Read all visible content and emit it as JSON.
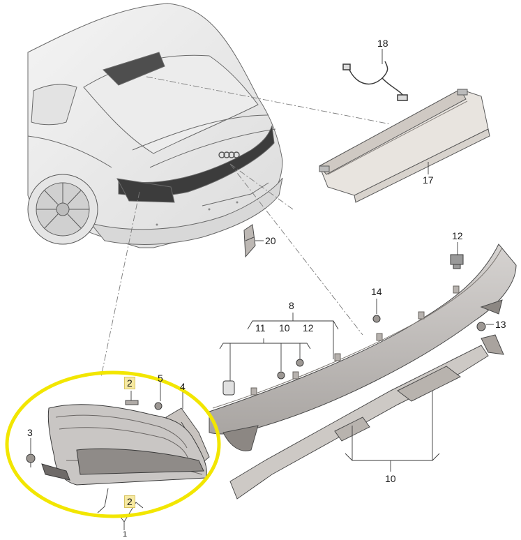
{
  "diagram": {
    "highlight_color": "#f2e600",
    "line_color": "#4a4a4a",
    "part_fill": "#c9c6c4",
    "callouts": [
      {
        "id": "c18",
        "text": "18"
      },
      {
        "id": "c17",
        "text": "17"
      },
      {
        "id": "c20",
        "text": "20"
      },
      {
        "id": "c12a",
        "text": "12"
      },
      {
        "id": "c14",
        "text": "14"
      },
      {
        "id": "c13",
        "text": "13"
      },
      {
        "id": "c8",
        "text": "8"
      },
      {
        "id": "c11",
        "text": "11"
      },
      {
        "id": "c10a",
        "text": "10"
      },
      {
        "id": "c12b",
        "text": "12"
      },
      {
        "id": "c2top",
        "text": "2"
      },
      {
        "id": "c5",
        "text": "5"
      },
      {
        "id": "c4",
        "text": "4"
      },
      {
        "id": "c3",
        "text": "3"
      },
      {
        "id": "c2bot",
        "text": "2"
      },
      {
        "id": "c1",
        "text": "1"
      },
      {
        "id": "c10b",
        "text": "10"
      }
    ]
  }
}
